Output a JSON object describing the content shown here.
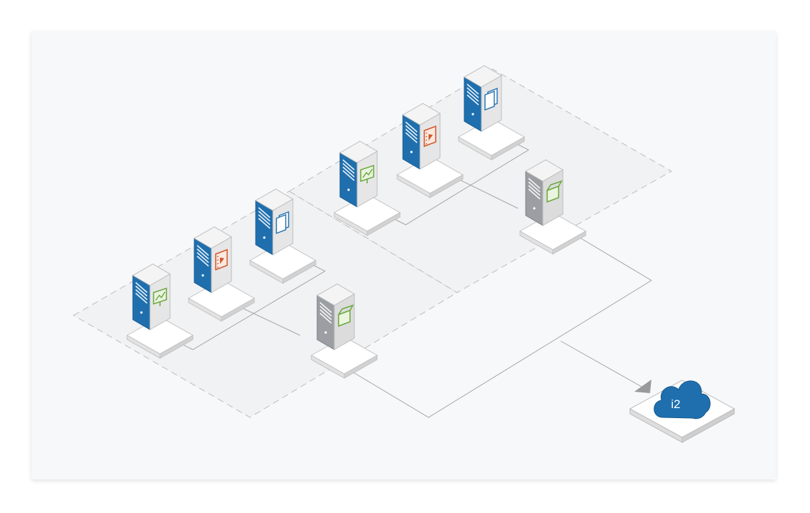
{
  "diagram": {
    "colors": {
      "background": "#ffffff",
      "panel": "#f7f8fa",
      "zone_fill": "#f0f1f3",
      "zone_border": "#bdbdbd",
      "connector": "#a0a0a0",
      "server_front": "#1f6fae",
      "server_side": "#e6e6e6",
      "server_top": "#f4f4f4",
      "gateway_front": "#9b9ea2",
      "gateway_side": "#dcdcdc",
      "base_top": "#ffffff",
      "base_side": "#cfcfcf",
      "icon_green": "#6aa83c",
      "icon_orange": "#d2572b",
      "icon_blue": "#1f6fae",
      "cloud": "#1f6fae"
    },
    "zones": [
      {
        "name": "site-zone-front",
        "servers": [
          {
            "kind": "app",
            "icon": "chart-monitor-icon"
          },
          {
            "kind": "app",
            "icon": "video-file-icon"
          },
          {
            "kind": "app",
            "icon": "document-icon"
          },
          {
            "kind": "gateway",
            "icon": "box-package-icon"
          }
        ]
      },
      {
        "name": "site-zone-back",
        "servers": [
          {
            "kind": "app",
            "icon": "chart-monitor-icon"
          },
          {
            "kind": "app",
            "icon": "video-file-icon"
          },
          {
            "kind": "app",
            "icon": "document-icon"
          },
          {
            "kind": "gateway",
            "icon": "box-package-icon"
          }
        ]
      }
    ],
    "cloud": {
      "label": "i2",
      "icon": "cloud-icon"
    }
  }
}
